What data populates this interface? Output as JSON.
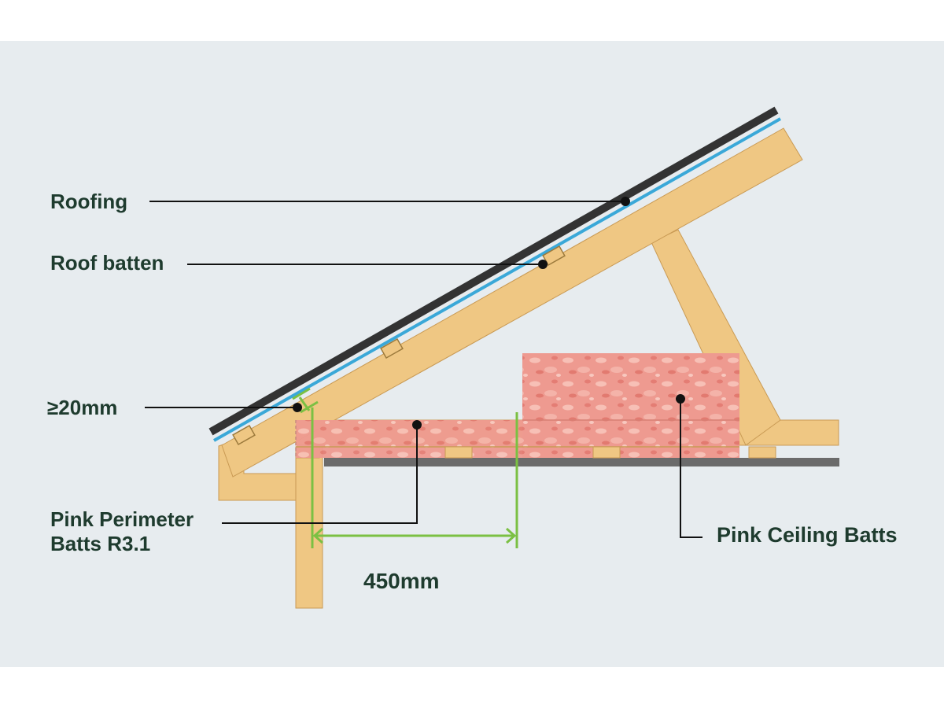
{
  "labels": {
    "roofing": "Roofing",
    "roof_batten": "Roof batten",
    "gap": "≥20mm",
    "perimeter_line1": "Pink Perimeter",
    "perimeter_line2": "Batts R3.1",
    "ceiling_batts": "Pink Ceiling Batts",
    "distance": "450mm"
  },
  "colors": {
    "background": "#e7ecef",
    "timber": "#efc783",
    "timber_edge": "#c99a54",
    "roofing": "#333333",
    "membrane": "#3aa8d8",
    "insulation": "#e9938a",
    "insulation_light": "#f4b7ad",
    "ceiling": "#6b6b6b",
    "dimension": "#7bc043",
    "leader": "#111111",
    "text": "#1e3b2e"
  }
}
